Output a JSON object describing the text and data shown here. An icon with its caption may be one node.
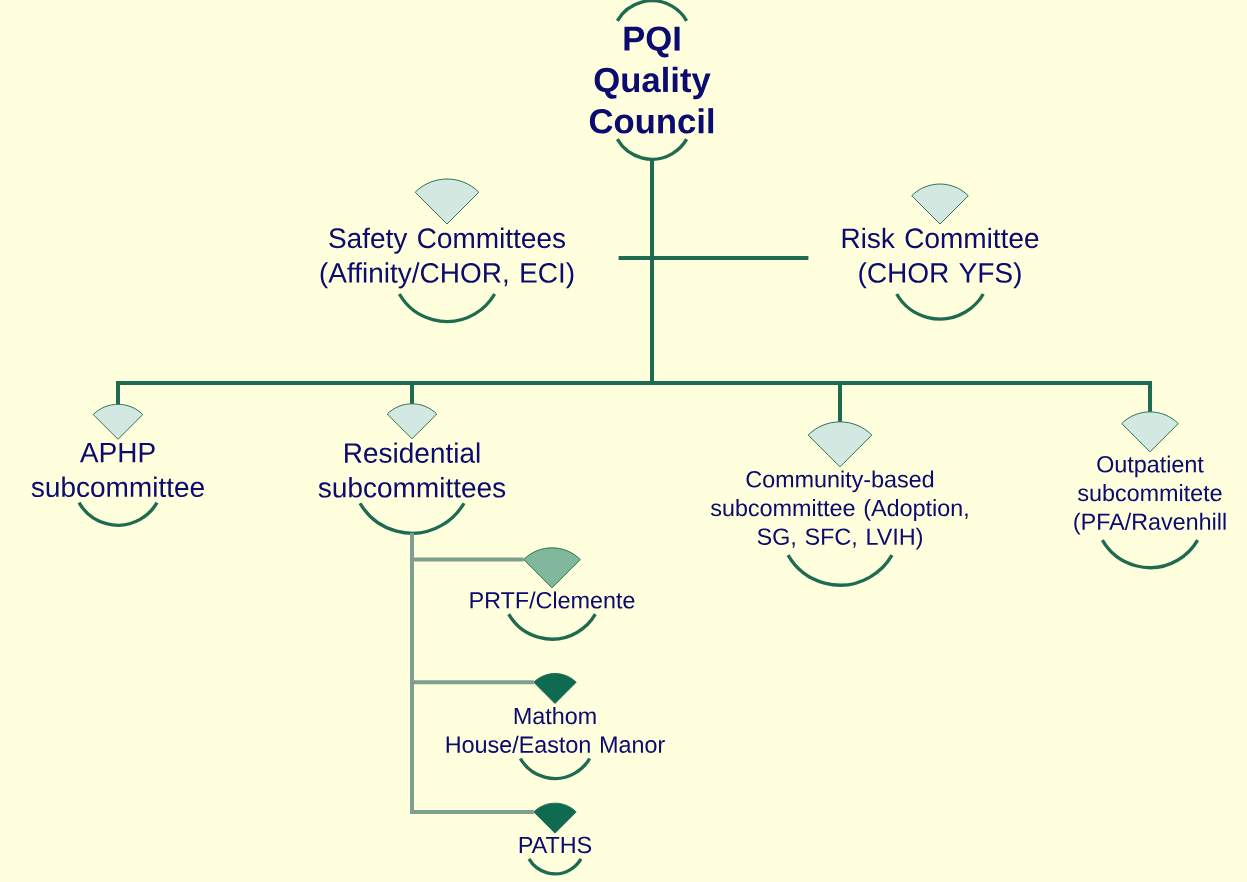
{
  "diagram": {
    "nodes": [
      {
        "text": [
          "PQI Quality Council"
        ]
      },
      {
        "text": [
          "Safety Committees (Affinity/CHOR, ECI)"
        ]
      },
      {
        "text": [
          "Risk Committee (CHOR YFS)"
        ]
      },
      {
        "text": [
          "APHP subcommittee"
        ]
      },
      {
        "text": [
          "Residential subcommittees"
        ]
      },
      {
        "text": [
          "Community-based subcommittee (Adoption, SG, SFC, LVIH)"
        ]
      },
      {
        "text": [
          "Outpatient subcommitete (PFA/Ravenhill"
        ]
      },
      {
        "text": [
          "PRTF/Clemente"
        ]
      },
      {
        "text": [
          "Mathom House/Easton Manor"
        ]
      },
      {
        "text": [
          "PATHS"
        ]
      }
    ],
    "edges": [
      {
        "from": 0,
        "to": 1,
        "arrow": "none"
      },
      {
        "from": 0,
        "to": 2,
        "arrow": "none"
      },
      {
        "from": 0,
        "to": 3,
        "arrow": "none"
      },
      {
        "from": 0,
        "to": 4,
        "arrow": "none"
      },
      {
        "from": 0,
        "to": 5,
        "arrow": "none"
      },
      {
        "from": 0,
        "to": 6,
        "arrow": "none"
      },
      {
        "from": 4,
        "to": 7,
        "arrow": "none",
        "color": "#7d9e90"
      },
      {
        "from": 4,
        "to": 8,
        "arrow": "none",
        "color": "#7d9e90"
      },
      {
        "from": 4,
        "to": 9,
        "arrow": "none",
        "color": "#7d9e90"
      }
    ]
  }
}
